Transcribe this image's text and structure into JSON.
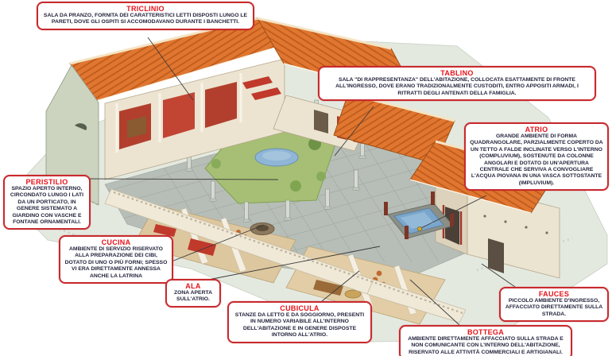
{
  "figure": {
    "subject": "Cutaway isometric illustration of a Roman domus with labeled rooms",
    "palette": {
      "roof_tile": "#e0762f",
      "roof_tile_line": "#bc5a1c",
      "roof_ridge": "#f4e4c4",
      "wall_cream": "#ece4d1",
      "wall_gable": "#ccd3bf",
      "stone_floor": "#b7beb7",
      "stone_grout": "#8f998f",
      "garden_green": "#a6bf74",
      "water_blue": "#7ba6cc",
      "tan_floor": "#ddc79f",
      "accent_red": "#b23f2d",
      "ground_wash": "#e4e9e0",
      "callout_border": "#c82a2e",
      "callout_title": "#e8121a",
      "callout_text": "#23233d",
      "leader_line": "#3a3a3a",
      "target_dot": "#d4a62c"
    }
  },
  "callouts": [
    {
      "id": "triclinio",
      "title": "TRICLINIO",
      "body": "SALA DA PRANZO, FORNITA DEI CARATTERISTICI LETTI DISPOSTI LUNGO LE PARETI, DOVE GLI OSPITI SI ACCOMODAVANO DURANTE I BANCHETTI."
    },
    {
      "id": "tablino",
      "title": "TABLINO",
      "body": "SALA \"DI RAPPRESENTANZA\" DELL'ABITAZIONE, COLLOCATA ESATTAMENTE DI FRONTE ALL'INGRESSO, DOVE ERANO TRADIZIONALMENTE CUSTODITI, ENTRO APPOSITI ARMADI, I RITRATTI DEGLI ANTENATI DELLA FAMIGLIA."
    },
    {
      "id": "atrio",
      "title": "ATRIO",
      "body": "GRANDE AMBIENTE DI FORMA QUADRANGOLARE, PARZIALMENTE COPERTO DA UN TETTO A FALDE INCLINATE VERSO L'INTERNO (COMPLUVIUM), SOSTENUTE DA COLONNE ANGOLARI E DOTATO DI UN'APERTURA CENTRALE CHE SERVIVA A CONVOGLIARE L'ACQUA PIOVANA IN UNA VASCA SOTTOSTANTE (IMPLUVIUM)."
    },
    {
      "id": "peristilio",
      "title": "PERISTILIO",
      "body": "SPAZIO APERTO INTERNO, CIRCONDATO LUNGO I LATI DA UN PORTICATO, IN GENERE SISTEMATO A GIARDINO CON VASCHE E FONTANE ORNAMENTALI."
    },
    {
      "id": "cucina",
      "title": "CUCINA",
      "body": "AMBIENTE DI SERVIZIO RISERVATO ALLA PREPARAZIONE DEI CIBI, DOTATO DI UNO O PIÙ FORNI; SPESSO VI ERA DIRETTAMENTE ANNESSA ANCHE LA LATRINA"
    },
    {
      "id": "ala",
      "title": "ALA",
      "body": "ZONA APERTA SULL'ATRIO."
    },
    {
      "id": "cubicula",
      "title": "CUBICULA",
      "body": "STANZE DA LETTO E DA SOGGIORNO, PRESENTI IN NUMERO VARIABILE ALL'INTERNO DELL'ABITAZIONE E IN GENERE DISPOSTE INTORNO ALL'ATRIO."
    },
    {
      "id": "fauces",
      "title": "FAUCES",
      "body": "PICCOLO AMBIENTE D'INGRESSO, AFFACCIATO DIRETTAMENTE SULLA STRADA."
    },
    {
      "id": "bottega",
      "title": "BOTTEGA",
      "body": "AMBIENTE DIRETTAMENTE AFFACCIATO SULLA STRADA E NON COMUNICANTE CON L'INTERNO DELL'ABITAZIONE, RISERVATO ALLE ATTIVITÀ COMMERCIALI E ARTIGIANALI."
    }
  ]
}
